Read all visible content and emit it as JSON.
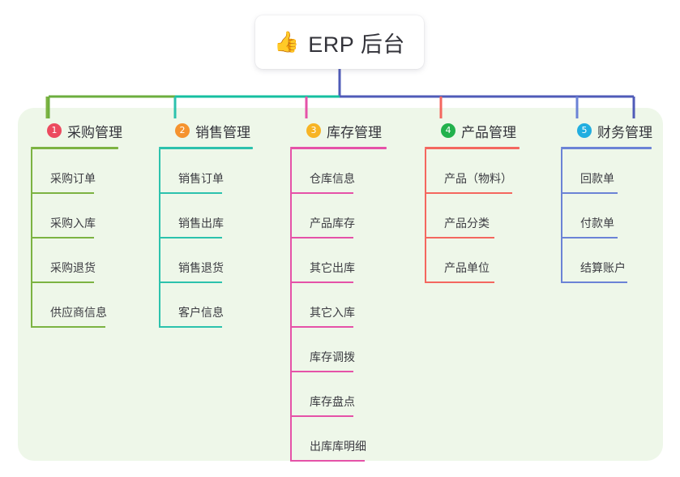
{
  "root": {
    "icon": "thumbs-up-emoji",
    "emoji": "👍",
    "title": "ERP 后台"
  },
  "palette": {
    "panel_bg": "#eef7e9",
    "page_bg": "#ffffff",
    "stem": "#4f5bb8",
    "bus_left": "#6cae3e",
    "bus_mid": "#16bfa0",
    "bus_right": "#4f5bb8"
  },
  "branches": [
    {
      "number": "1",
      "title": "采购管理",
      "badge_color": "#ec4a5f",
      "line_color": "#7cb342",
      "items": [
        "采购订单",
        "采购入库",
        "采购退货",
        "供应商信息"
      ]
    },
    {
      "number": "2",
      "title": "销售管理",
      "badge_color": "#f5932f",
      "line_color": "#2cc2ad",
      "items": [
        "销售订单",
        "销售出库",
        "销售退货",
        "客户信息"
      ]
    },
    {
      "number": "3",
      "title": "库存管理",
      "badge_color": "#f7b425",
      "line_color": "#e552a8",
      "items": [
        "仓库信息",
        "产品库存",
        "其它出库",
        "其它入库",
        "库存调拨",
        "库存盘点",
        "出库库明细"
      ]
    },
    {
      "number": "4",
      "title": "产品管理",
      "badge_color": "#22b14c",
      "line_color": "#f4675f",
      "items": [
        "产品（物料）",
        "产品分类",
        "产品单位"
      ]
    },
    {
      "number": "5",
      "title": "财务管理",
      "badge_color": "#22aee0",
      "line_color": "#6b83d6",
      "items": [
        "回款单",
        "付款单",
        "结算账户"
      ]
    }
  ]
}
